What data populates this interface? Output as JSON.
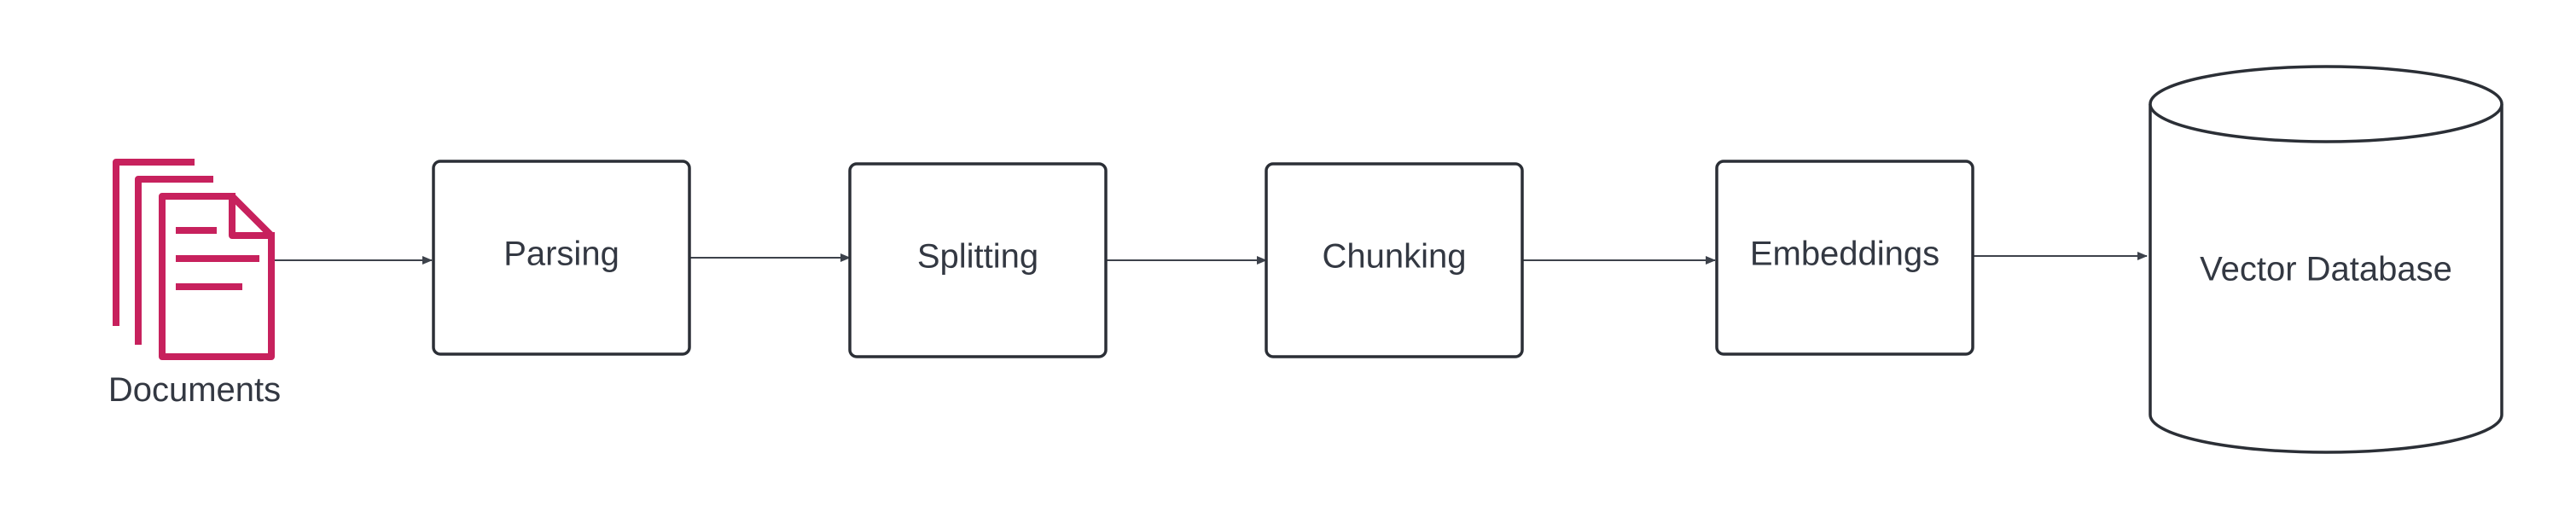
{
  "diagram": {
    "source": {
      "label": "Documents",
      "icon": "documents-icon"
    },
    "steps": [
      {
        "label": "Parsing"
      },
      {
        "label": "Splitting"
      },
      {
        "label": "Chunking"
      },
      {
        "label": "Embeddings"
      }
    ],
    "target": {
      "label": "Vector Database",
      "icon": "database-cylinder"
    },
    "colors": {
      "icon": "#c7215d",
      "stroke": "#2b2f36",
      "arrow": "#3d424b",
      "text": "#333842",
      "background": "#ffffff"
    }
  }
}
